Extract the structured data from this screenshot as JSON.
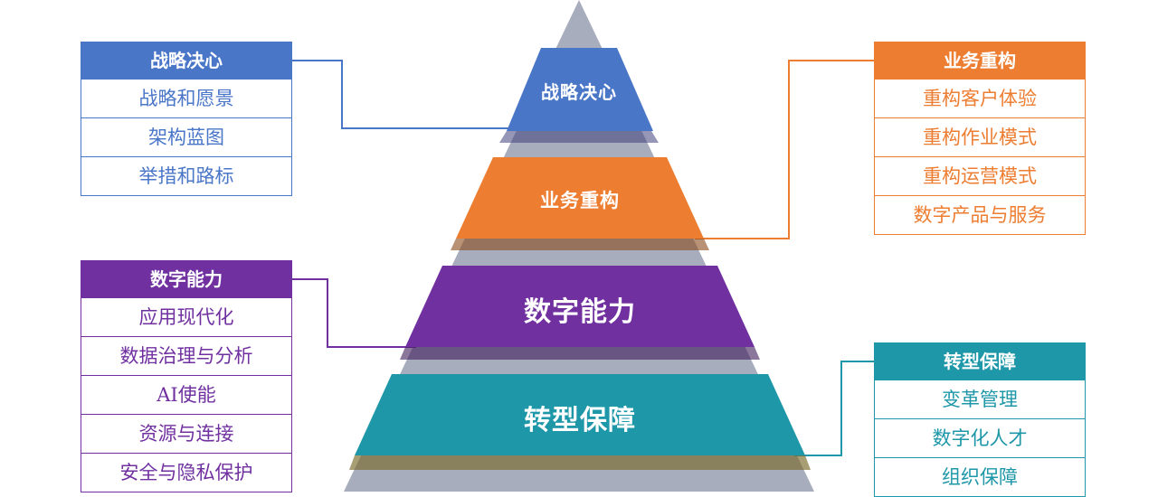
{
  "pyramid": {
    "levels": [
      {
        "label": "战略决心",
        "color": "#4a76c8"
      },
      {
        "label": "业务重构",
        "color": "#ed7d31"
      },
      {
        "label": "数字能力",
        "color": "#7030a0"
      },
      {
        "label": "转型保障",
        "color": "#1e97a8"
      }
    ],
    "backdrop_color": "#a7adbd"
  },
  "panels": {
    "strategy": {
      "title": "战略决心",
      "color": "#4a76c8",
      "items": [
        "战略和愿景",
        "架构蓝图",
        "举措和路标"
      ]
    },
    "business": {
      "title": "业务重构",
      "color": "#ed7d31",
      "items": [
        "重构客户体验",
        "重构作业模式",
        "重构运营模式",
        "数字产品与服务"
      ]
    },
    "digital": {
      "title": "数字能力",
      "color": "#7030a0",
      "items": [
        "应用现代化",
        "数据治理与分析",
        "AI使能",
        "资源与连接",
        "安全与隐私保护"
      ]
    },
    "guarantee": {
      "title": "转型保障",
      "color": "#1e97a8",
      "items": [
        "变革管理",
        "数字化人才",
        "组织保障"
      ]
    }
  }
}
